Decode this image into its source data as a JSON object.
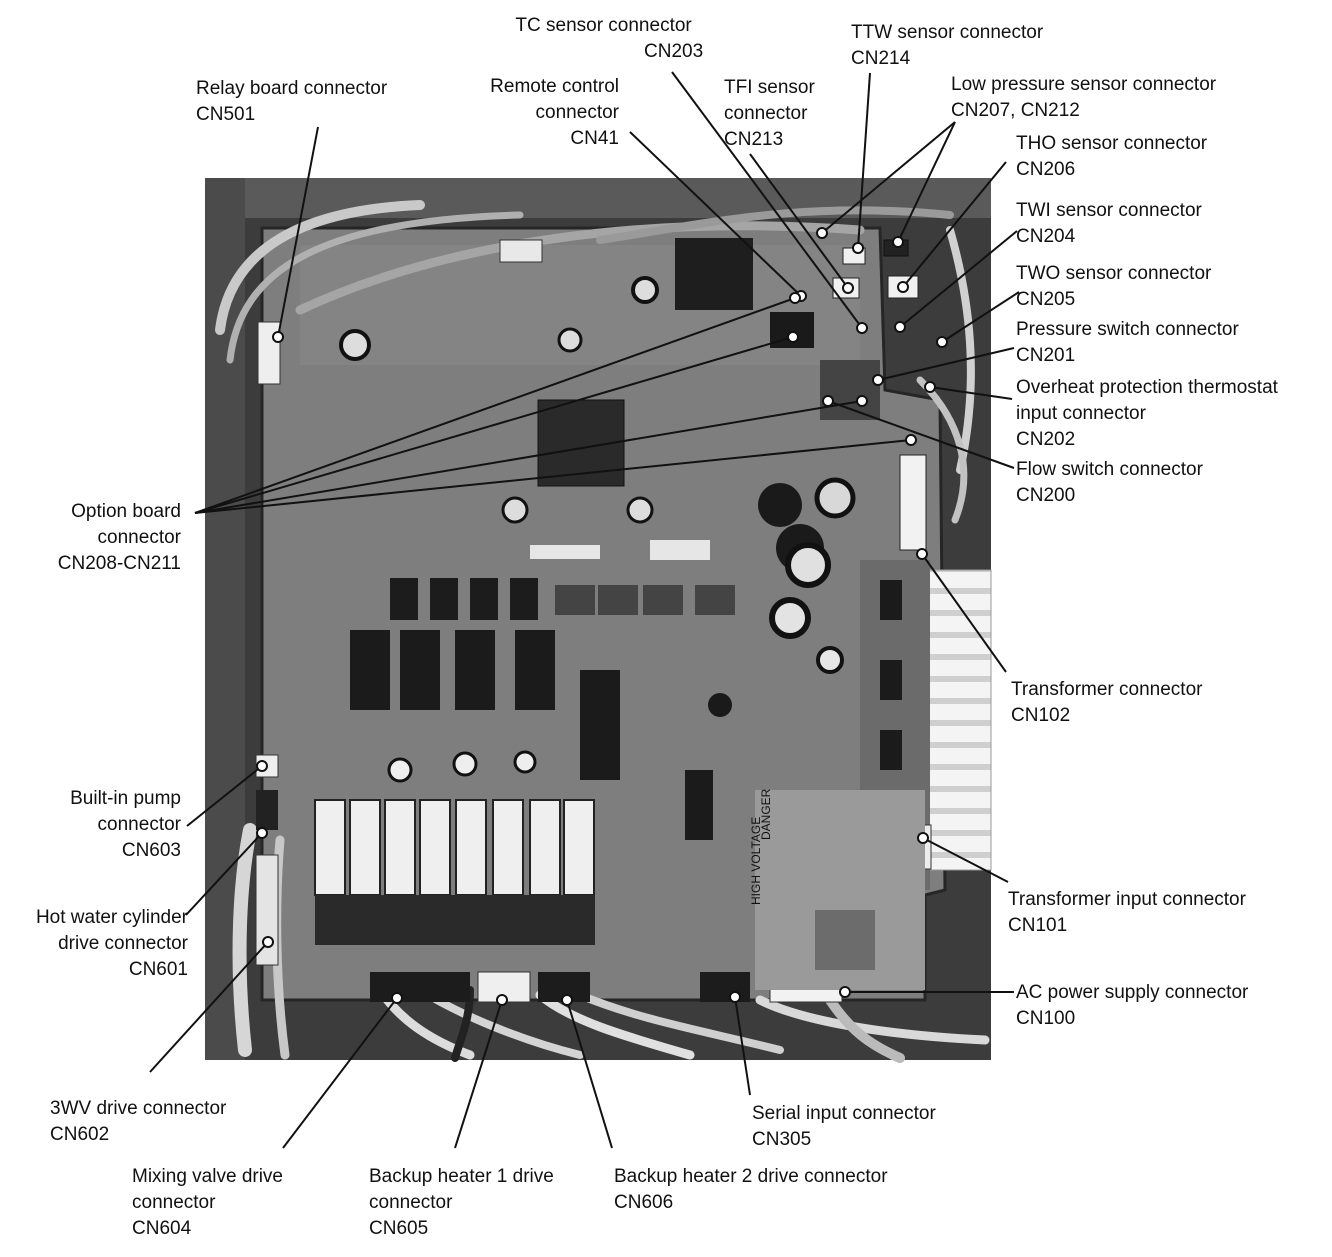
{
  "labels": {
    "relay_board": [
      "Relay board connector",
      "CN501"
    ],
    "tc_sensor": [
      "TC sensor connector",
      "CN203"
    ],
    "ttw_sensor": [
      "TTW sensor connector",
      "CN214"
    ],
    "remote_control": [
      "Remote control",
      "connector",
      "CN41"
    ],
    "tfi_sensor": [
      "TFI sensor",
      "connector",
      "CN213"
    ],
    "low_pressure": [
      "Low pressure sensor connector",
      "CN207, CN212"
    ],
    "tho_sensor": [
      "THO sensor connector",
      "CN206"
    ],
    "twi_sensor": [
      "TWI sensor connector",
      "CN204"
    ],
    "two_sensor": [
      "TWO sensor connector",
      "CN205"
    ],
    "pressure_switch": [
      "Pressure switch connector",
      "CN201"
    ],
    "overheat": [
      "Overheat protection thermostat",
      "input connector",
      "CN202"
    ],
    "flow_switch": [
      "Flow switch connector",
      "CN200"
    ],
    "option_board": [
      "Option board",
      "connector",
      "CN208-CN211"
    ],
    "transformer": [
      "Transformer connector",
      "CN102"
    ],
    "builtin_pump": [
      "Built-in pump",
      "connector",
      "CN603"
    ],
    "transformer_input": [
      "Transformer input connector",
      "CN101"
    ],
    "hot_water": [
      "Hot water cylinder",
      "drive connector",
      "CN601"
    ],
    "ac_power": [
      "AC power supply connector",
      "CN100"
    ],
    "three_wv": [
      "3WV drive connector",
      "CN602"
    ],
    "serial_input": [
      "Serial input connector",
      "CN305"
    ],
    "mixing_valve": [
      "Mixing valve drive",
      "connector",
      "CN604"
    ],
    "backup_heater_1": [
      "Backup heater 1 drive",
      "connector",
      "CN605"
    ],
    "backup_heater_2": [
      "Backup heater 2 drive connector",
      "CN606"
    ]
  },
  "board_markings": {
    "hv": "HIGH VOLTAGE",
    "danger": "DANGER"
  }
}
